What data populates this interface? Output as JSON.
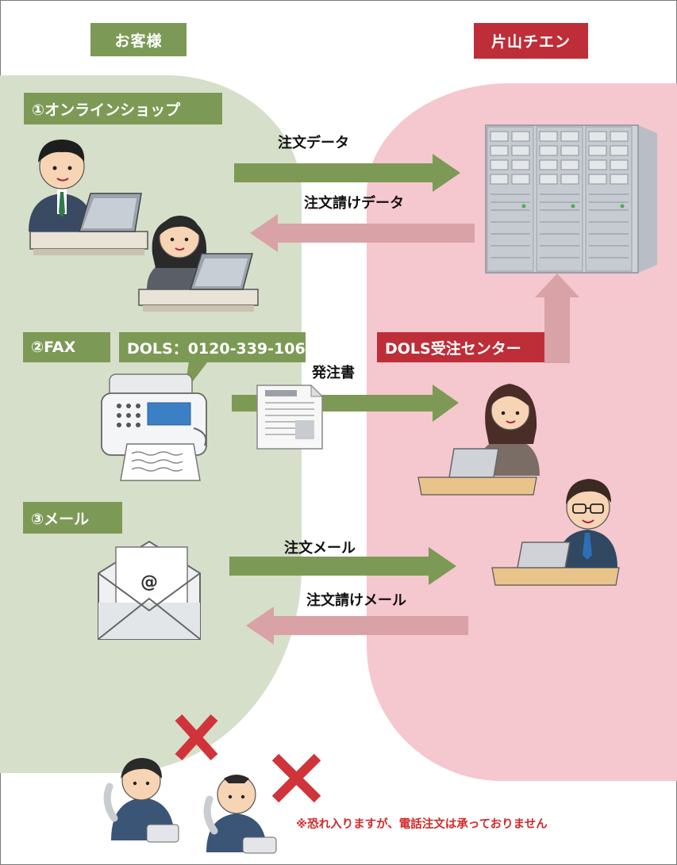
{
  "headers": {
    "customer": "お客様",
    "company": "片山チエン"
  },
  "channels": {
    "online": "①オンラインショップ",
    "fax": "②FAX",
    "fax_number": "DOLS：0120-339-106",
    "mail": "③メール"
  },
  "center": "DOLS受注センター",
  "arrows": {
    "order_data": "注文データ",
    "confirm_data": "注文請けデータ",
    "order_sheet": "発注書",
    "order_mail": "注文メール",
    "confirm_mail": "注文請けメール"
  },
  "icons": {
    "at_symbol": "@"
  },
  "note": "※恐れ入りますが、電話注文は承っておりません",
  "colors": {
    "customer_bg": "#d6dfc9",
    "company_bg": "#f5c7ce",
    "green_arrow": "#7c9a55",
    "pink_arrow": "#d9a2a6",
    "red_label": "#be2e38",
    "cross": "#d0343a"
  }
}
